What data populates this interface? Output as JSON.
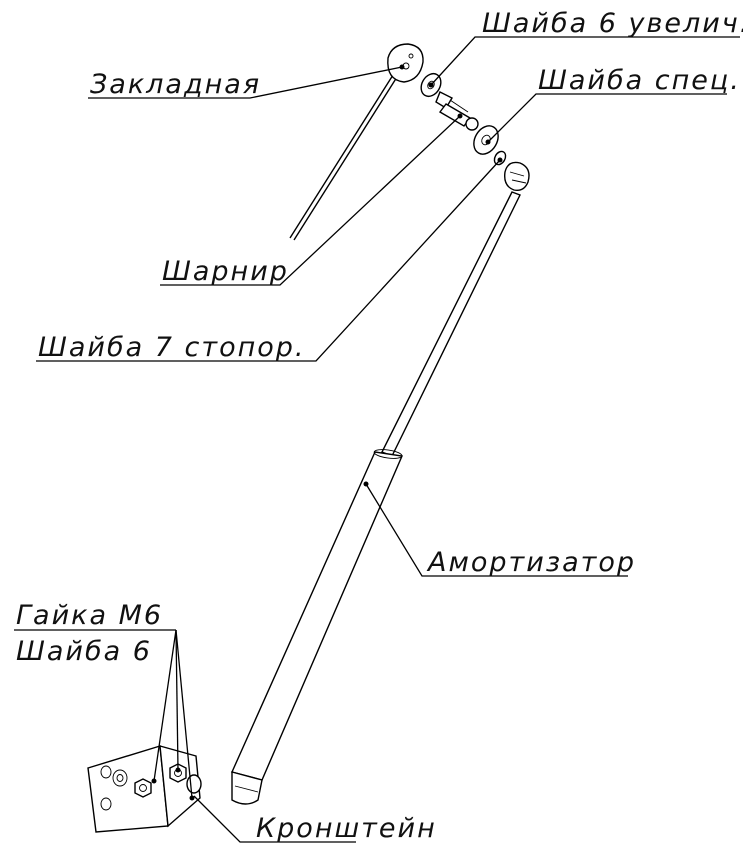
{
  "labels": {
    "zakladnaya": "Закладная",
    "shaiba6_uvelich": "Шайба 6 увелич.",
    "shaiba_spec": "Шайба спец.",
    "sharnir": "Шарнир",
    "shaiba7_stopor": "Шайба 7 стопор.",
    "amortizator": "Амортизатор",
    "gaika_m6": "Гайка М6",
    "shaiba6": "Шайба 6",
    "kronshtein": "Кронштейн"
  }
}
